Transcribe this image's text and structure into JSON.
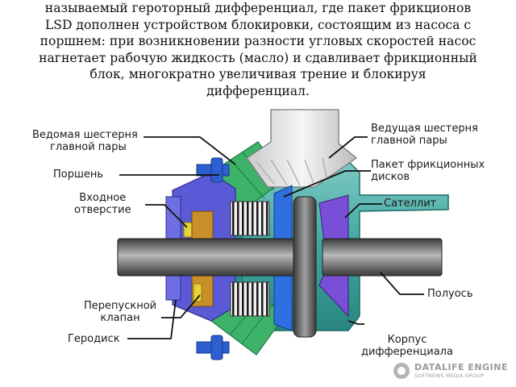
{
  "caption": {
    "lines": [
      "называемый героторный дифференциал, где пакет фрикционов",
      "LSD дополнен устройством блокировки, состоящим из насоса с",
      "поршнем: при возникновении разности угловых скоростей насос",
      "нагнетает рабочую жидкость (масло) и сдавливает фрикционный",
      "блок, многократно увеличивая трение и блокируя",
      "дифференциал."
    ]
  },
  "labels": {
    "driven_gear": [
      "Ведомая шестерня",
      "главной пары"
    ],
    "piston": "Поршень",
    "inlet": [
      "Входное",
      "отверстие"
    ],
    "bypass_valve": [
      "Перепускной",
      "клапан"
    ],
    "gerodisk": "Геродиск",
    "drive_gear": [
      "Ведущая шестерня",
      "главной пары"
    ],
    "friction_pack": [
      "Пакет фрикционных",
      "дисков"
    ],
    "satellite": "Сателлит",
    "half_shaft": "Полуось",
    "housing": [
      "Корпус",
      "дифференциала"
    ]
  },
  "watermark": {
    "title": "DATALIFE ENGINE",
    "subtitle": "SOFTNEWS MEDIA GROUP"
  },
  "colors": {
    "housing_teal": "#3fa7a0",
    "gear_green": "#3db36a",
    "pump_blue": "#5a5ad6",
    "satellite_purple": "#7a4fd8",
    "shaft_grey": "#6e6e6e",
    "bolt_blue": "#2e5fd0",
    "friction_orange": "#c9902a",
    "pinion_white": "#ececec"
  }
}
